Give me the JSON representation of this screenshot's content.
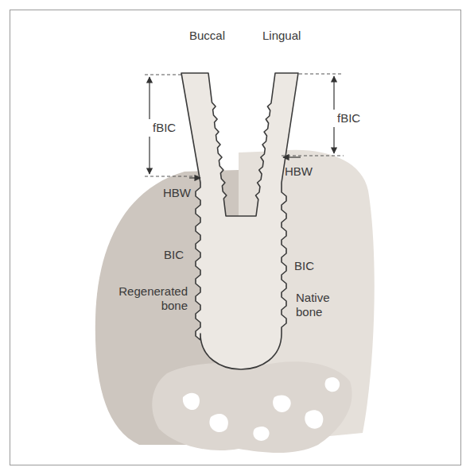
{
  "diagram": {
    "labels": [
      "Buccal",
      "Lingual",
      "fBIC",
      "fBIC",
      "HBW",
      "HBW",
      "BIC",
      "BIC",
      "Regenerated bone",
      "Native bone"
    ]
  }
}
